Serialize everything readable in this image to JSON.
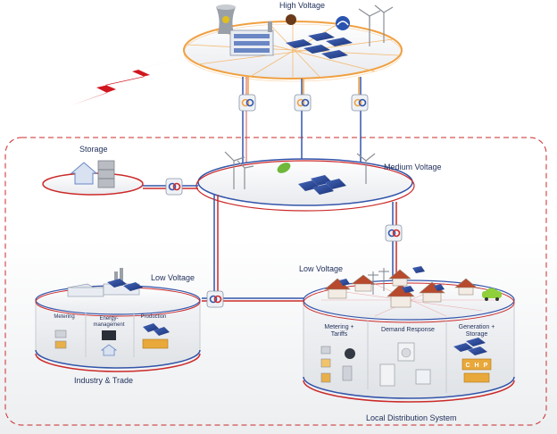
{
  "labels": {
    "high_voltage": "High Voltage",
    "storage": "Storage",
    "medium_voltage": "Medium Voltage",
    "low_voltage_left": "Low Voltage",
    "low_voltage_right": "Low Voltage",
    "industry_trade": "Industry & Trade",
    "local_distribution": "Local Distribution System"
  },
  "industry_sections": {
    "metering": "Metering",
    "energy_management": "Energy-\nmanagement",
    "production": "Production"
  },
  "local_sections": {
    "metering_tariffs": "Metering +\nTariffs",
    "demand_response": "Demand Response",
    "generation_storage": "Generation +\nStorage"
  },
  "chp_label": [
    "C",
    "H",
    "P"
  ],
  "colors": {
    "grid_ring_orange": "#f0a040",
    "line_red": "#cc2a2a",
    "line_blue": "#3355aa",
    "text_navy": "#1f2e5a",
    "panel_blue": "#2c4a9a",
    "roof_red": "#b84a2e"
  },
  "icons": [
    "power-plant-icon",
    "nuclear-cooling-tower-icon",
    "factory-icon",
    "hydro-icon",
    "wind-turbine-icon",
    "solar-panel-icon",
    "lightning-icon",
    "leaf-icon",
    "battery-icon",
    "house-icon",
    "electric-car-icon",
    "smart-meter-icon",
    "washing-machine-icon",
    "fridge-icon",
    "coupler-icon"
  ]
}
